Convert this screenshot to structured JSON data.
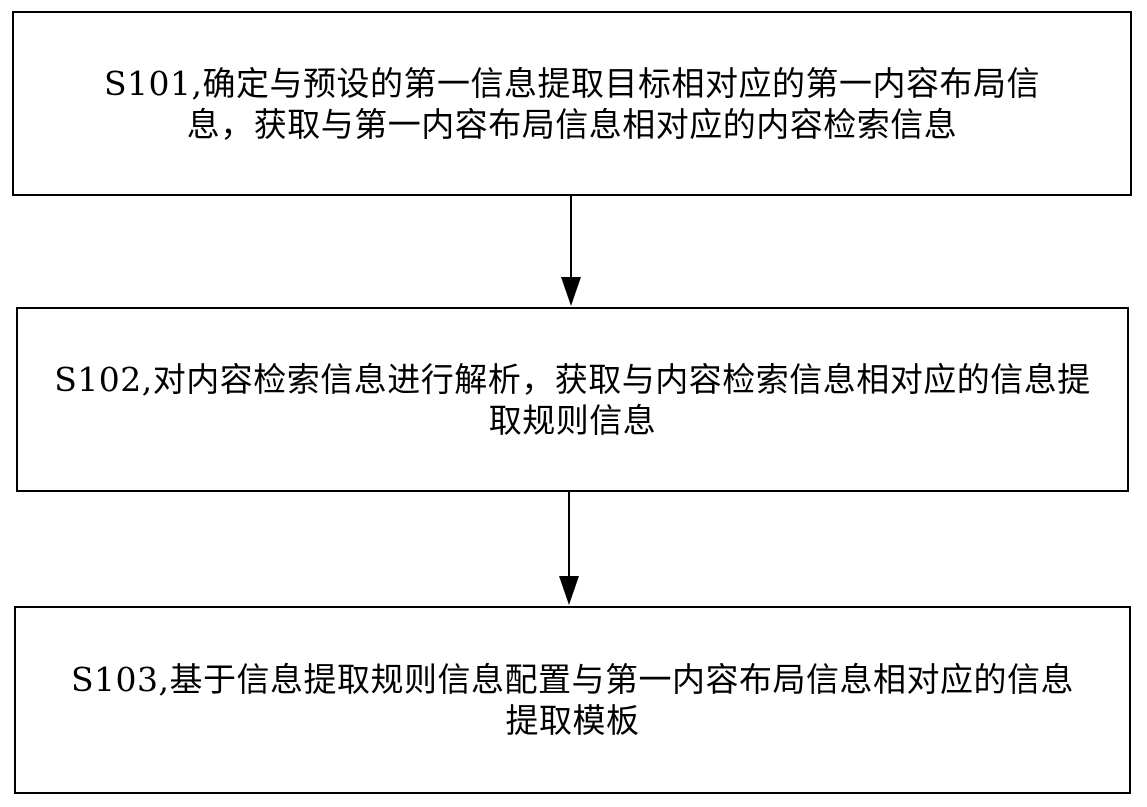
{
  "steps": [
    {
      "text": "S101,确定与预设的第一信息提取目标相对应的第一内容布局信息，获取与第一内容布局信息相对应的内容检索信息"
    },
    {
      "text": "S102,对内容检索信息进行解析，获取与内容检索信息相对应的信息提取规则信息"
    },
    {
      "text": "S103,基于信息提取规则信息配置与第一内容布局信息相对应的信息提取模板"
    }
  ]
}
